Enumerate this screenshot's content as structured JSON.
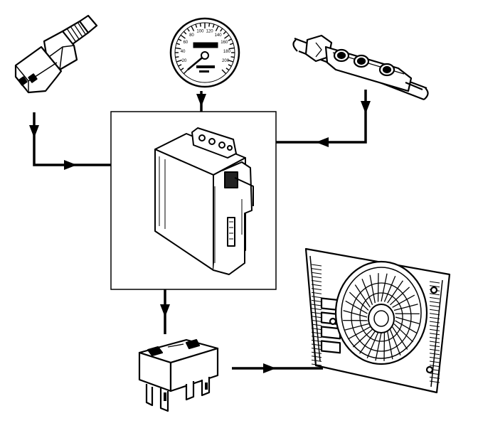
{
  "diagram": {
    "components": {
      "temperature_sensor": {
        "icon": "temperature-sensor-icon"
      },
      "speedometer": {
        "icon": "speedometer-icon",
        "tick_labels": [
          "20",
          "40",
          "60",
          "80",
          "100",
          "120",
          "140",
          "160",
          "180",
          "200"
        ]
      },
      "ac_pressure_switch": {
        "icon": "pressure-switch-icon"
      },
      "control_unit": {
        "icon": "control-unit-icon"
      },
      "fan_relay": {
        "icon": "relay-icon"
      },
      "radiator_fan": {
        "icon": "radiator-fan-icon"
      }
    },
    "line_color": "#000000",
    "background_color": "#ffffff"
  }
}
